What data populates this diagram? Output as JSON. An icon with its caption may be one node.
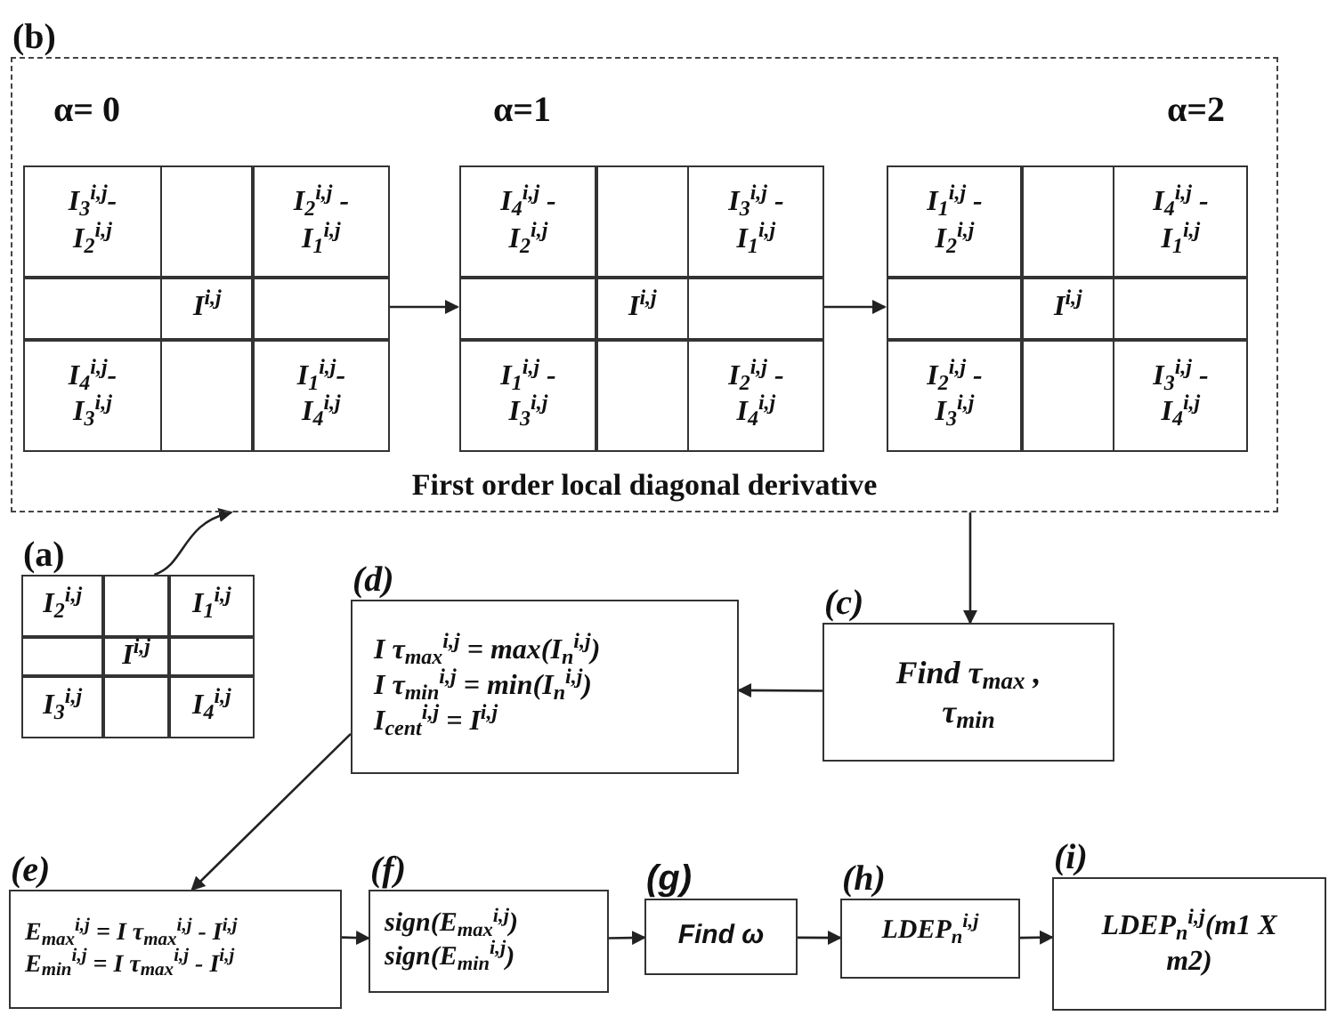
{
  "diagram": {
    "nodes": [
      {
        "text": [
          "(b)",
          "First order local diagonal derivative"
        ]
      },
      {
        "text": [
          "I$_{3}$$^{i,j}$- I$_{2}$$^{i,j}$",
          "I$_{2}$$^{i,j}$ - I$_{1}$$^{i,j}$",
          "I$^{i,j}$",
          "I$_{4}$$^{i,j}$- I$_{3}$$^{i,j}$",
          "I$_{1}$$^{i,j}$- I$_{4}$$^{i,j}$"
        ],
        "in": 0,
        "beside": [
          "α= 0"
        ]
      },
      {
        "text": [
          "I$_{4}$$^{i,j}$ - I$_{2}$$^{i,j}$",
          "I$_{3}$$^{i,j}$ - I$_{1}$$^{i,j}$",
          "I$^{i,j}$",
          "I$_{1}$$^{i,j}$ - I$_{3}$$^{i,j}$",
          "I$_{2}$$^{i,j}$ - I$_{4}$$^{i,j}$"
        ],
        "in": 0,
        "beside": [
          "α=1"
        ]
      },
      {
        "text": [
          "I$_{1}$$^{i,j}$ - I$_{2}$$^{i,j}$",
          "I$_{4}$$^{i,j}$ - I$_{1}$$^{i,j}$",
          "I$^{i,j}$",
          "I$_{2}$$^{i,j}$ - I$_{3}$$^{i,j}$",
          "I$_{3}$$^{i,j}$ - I$_{4}$$^{i,j}$"
        ],
        "in": 0,
        "beside": [
          "α=2"
        ]
      },
      {
        "text": [
          "(a)",
          "I$_{2}$$^{i,j}$",
          "I$_{1}$$^{i,j}$",
          "I$^{i,j}$",
          "I$_{3}$$^{i,j}$",
          "I$_{4}$$^{i,j}$"
        ]
      },
      {
        "text": [
          "(c)",
          "Find τ$_{max}$ , τ$_{min}$"
        ]
      },
      {
        "text": [
          "(d)",
          "I τ$_{max}$$^{i,j}$ = max(I$_{n}$$^{i,j}$)",
          "I τ$_{min}$$^{i,j}$ = min(I$_{n}$$^{i,j}$)",
          "I$_{cent}$$^{i,j}$ = I$^{i,j}$"
        ]
      },
      {
        "text": [
          "(e)",
          "E$_{max}$$^{i,j}$ = I τ$_{max}$$^{i,j}$ - I$^{i,j}$",
          "E$_{min}$$^{i,j}$ = I τ$_{max}$$^{i,j}$ - I$^{i,j}$"
        ]
      },
      {
        "text": [
          "(f)",
          "sign(E$_{max}$$^{i,j}$)",
          "sign(E$_{min}$$^{i,j}$)"
        ]
      },
      {
        "text": [
          "(g)",
          "Find ω"
        ]
      },
      {
        "text": [
          "(h)",
          "LDEP$_{n}$$^{i,j}$"
        ]
      },
      {
        "text": [
          "(i)",
          "LDEP$_{n}$$^{i,j}$(m1 X m2)"
        ]
      }
    ],
    "edges": [
      {
        "from": 1,
        "to": 2,
        "arrow": "to"
      },
      {
        "from": 2,
        "to": 3,
        "arrow": "to"
      },
      {
        "from": 4,
        "to": 0,
        "arrow": "to"
      },
      {
        "from": 0,
        "to": 5,
        "arrow": "to"
      },
      {
        "from": 5,
        "to": 6,
        "arrow": "to"
      },
      {
        "from": 6,
        "to": 7,
        "arrow": "to"
      },
      {
        "from": 7,
        "to": 8,
        "arrow": "to"
      },
      {
        "from": 8,
        "to": 9,
        "arrow": "to"
      },
      {
        "from": 9,
        "to": 10,
        "arrow": "to"
      },
      {
        "from": 10,
        "to": 11,
        "arrow": "to"
      }
    ]
  }
}
